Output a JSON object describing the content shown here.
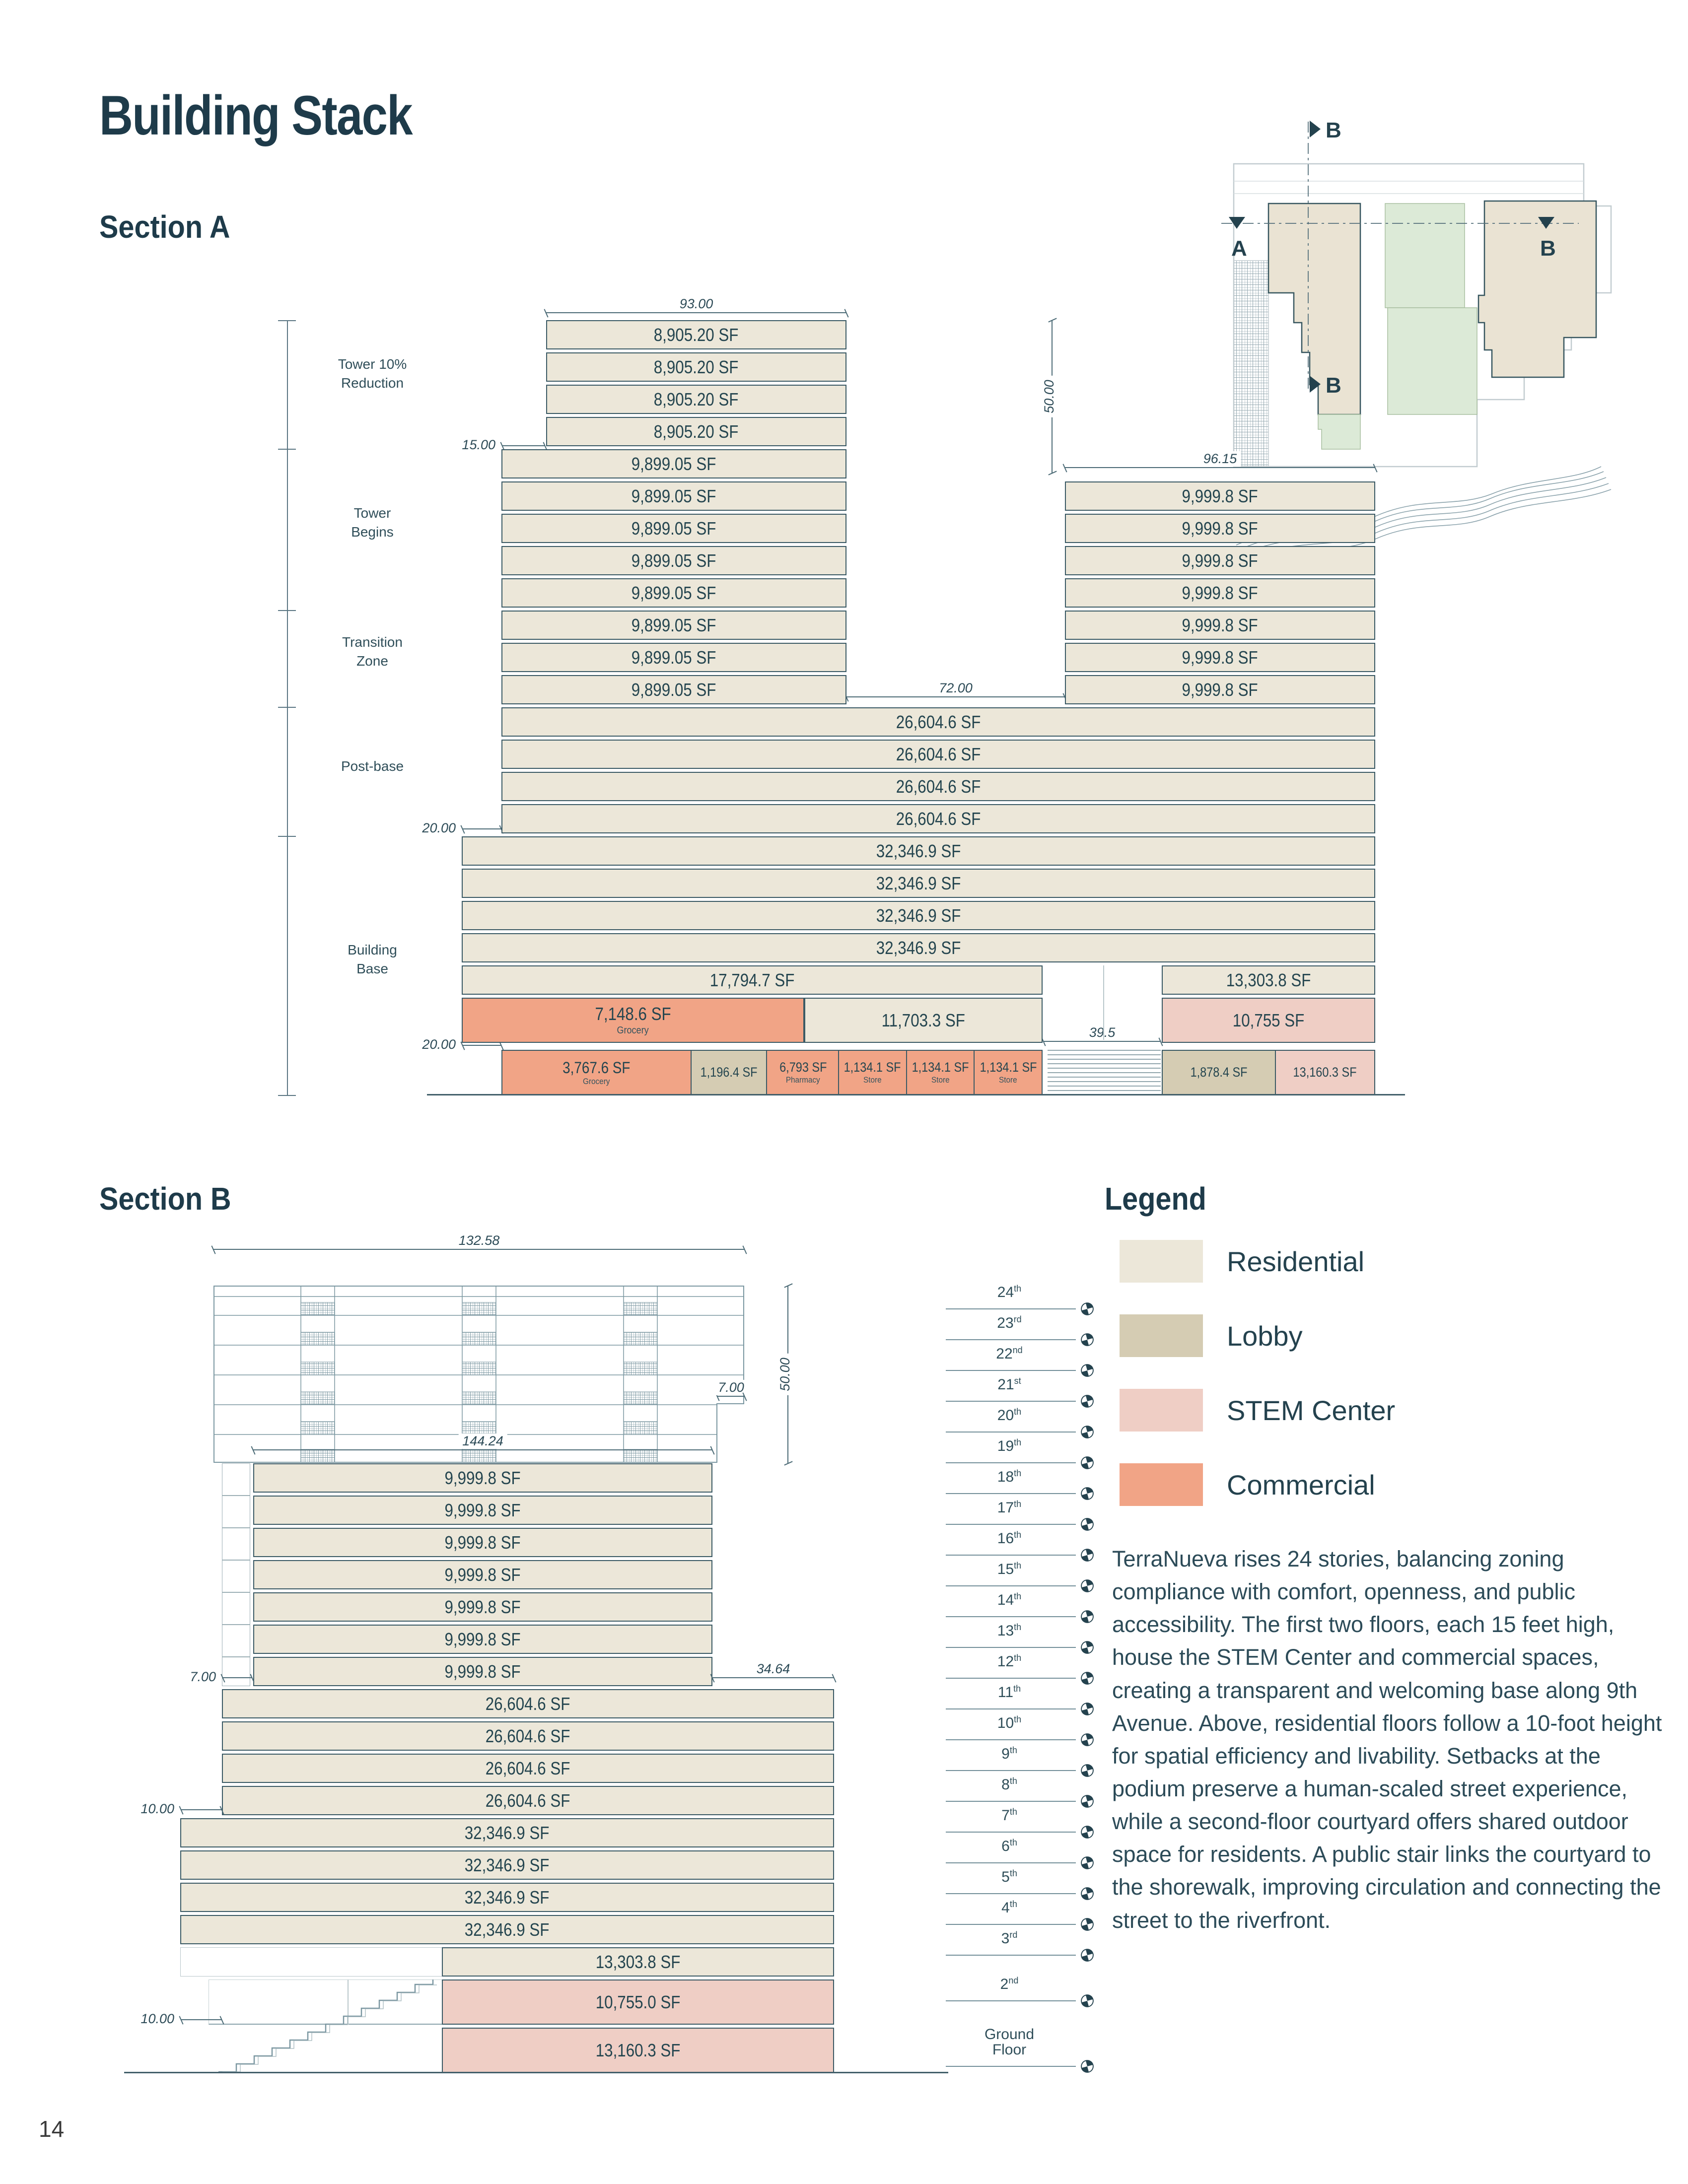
{
  "page": {
    "title": "Building Stack",
    "page_number": "14"
  },
  "section_a": {
    "heading": "Section A",
    "zones": [
      "Tower 10%\nReduction",
      "Tower\nBegins",
      "Transition\nZone",
      "Post-base",
      "Building\nBase"
    ],
    "dims": {
      "top_width": "93.00",
      "setback": "15.00",
      "tower_height": "50.00",
      "right_width": "96.15",
      "tower_gap": "72.00",
      "postbase_setback": "20.00",
      "ground_setback": "20.00",
      "base_gap": "39.5"
    },
    "floors": {
      "tower_left_top": [
        "8,905.20 SF",
        "8,905.20 SF",
        "8,905.20 SF",
        "8,905.20 SF"
      ],
      "tower_left": [
        "9,899.05 SF",
        "9,899.05 SF",
        "9,899.05 SF",
        "9,899.05 SF",
        "9,899.05 SF",
        "9,899.05 SF",
        "9,899.05 SF",
        "9,899.05 SF"
      ],
      "tower_right": [
        "9,999.8 SF",
        "9,999.8 SF",
        "9,999.8 SF",
        "9,999.8 SF",
        "9,999.8 SF",
        "9,999.8 SF",
        "9,999.8 SF"
      ],
      "postbase": [
        "26,604.6 SF",
        "26,604.6 SF",
        "26,604.6 SF",
        "26,604.6 SF"
      ],
      "base": [
        "32,346.9 SF",
        "32,346.9 SF",
        "32,346.9 SF",
        "32,346.9 SF"
      ]
    },
    "level3": {
      "left": "17,794.7 SF",
      "right": "13,303.8 SF"
    },
    "level2": {
      "grocery": "7,148.6 SF",
      "grocery_type": "Grocery",
      "center": "11,703.3 SF",
      "stem": "10,755 SF"
    },
    "ground": {
      "grocery": "3,767.6 SF",
      "grocery_type": "Grocery",
      "lobby": "1,196.4 SF",
      "pharmacy": "6,793 SF",
      "pharmacy_type": "Pharmacy",
      "stores": [
        {
          "sf": "1,134.1 SF",
          "type": "Store"
        },
        {
          "sf": "1,134.1 SF",
          "type": "Store"
        },
        {
          "sf": "1,134.1 SF",
          "type": "Store"
        }
      ],
      "lobby_right": "1,878.4 SF",
      "stem": "13,160.3 SF"
    }
  },
  "section_b": {
    "heading": "Section B",
    "dims": {
      "width": "132.58",
      "height": "50.00",
      "top_setback": "7.00",
      "tower_width": "144.24",
      "left_setback": "7.00",
      "right_extension": "34.64",
      "base_setback": "10.00",
      "ground_setback": "10.00"
    },
    "floors": {
      "tower": [
        "9,999.8 SF",
        "9,999.8 SF",
        "9,999.8 SF",
        "9,999.8 SF",
        "9,999.8 SF",
        "9,999.8 SF",
        "9,999.8 SF"
      ],
      "postbase": [
        "26,604.6 SF",
        "26,604.6 SF",
        "26,604.6 SF",
        "26,604.6 SF"
      ],
      "base": [
        "32,346.9 SF",
        "32,346.9 SF",
        "32,346.9 SF",
        "32,346.9 SF"
      ]
    },
    "level3": "13,303.8 SF",
    "level2": "10,755.0 SF",
    "ground": "13,160.3 SF"
  },
  "site_plan": {
    "section_a_label": "A",
    "section_b_label": "B"
  },
  "floor_levels": {
    "level_marker_icon": "level-datum-icon",
    "items": [
      {
        "label": "24",
        "suffix": "th"
      },
      {
        "label": "23",
        "suffix": "rd"
      },
      {
        "label": "22",
        "suffix": "nd"
      },
      {
        "label": "21",
        "suffix": "st"
      },
      {
        "label": "20",
        "suffix": "th"
      },
      {
        "label": "19",
        "suffix": "th"
      },
      {
        "label": "18",
        "suffix": "th"
      },
      {
        "label": "17",
        "suffix": "th"
      },
      {
        "label": "16",
        "suffix": "th"
      },
      {
        "label": "15",
        "suffix": "th"
      },
      {
        "label": "14",
        "suffix": "th"
      },
      {
        "label": "13",
        "suffix": "th"
      },
      {
        "label": "12",
        "suffix": "th"
      },
      {
        "label": "11",
        "suffix": "th"
      },
      {
        "label": "10",
        "suffix": "th"
      },
      {
        "label": "9",
        "suffix": "th"
      },
      {
        "label": "8",
        "suffix": "th"
      },
      {
        "label": "7",
        "suffix": "th"
      },
      {
        "label": "6",
        "suffix": "th"
      },
      {
        "label": "5",
        "suffix": "th"
      },
      {
        "label": "4",
        "suffix": "th"
      },
      {
        "label": "3",
        "suffix": "rd"
      },
      {
        "label": "2",
        "suffix": "nd"
      },
      {
        "label": "Ground\nFloor",
        "suffix": ""
      }
    ]
  },
  "legend": {
    "heading": "Legend",
    "items": [
      {
        "label": "Residential",
        "color": "#ece7d9"
      },
      {
        "label": "Lobby",
        "color": "#d5ccb3"
      },
      {
        "label": "STEM Center",
        "color": "#efcec5"
      },
      {
        "label": "Commercial",
        "color": "#f1a486"
      }
    ]
  },
  "description": "TerraNueva rises 24 stories, balancing zoning compliance with comfort, openness, and public accessibility. The first two floors, each 15 feet high, house the STEM Center and commercial spaces, creating a transparent and welcoming base along 9th Avenue. Above, residential floors follow a 10-foot height for spatial efficiency and livability. Setbacks at the podium preserve a human-scaled street experience, while a second-floor courtyard offers shared outdoor space for residents. A public stair links the courtyard to the shorewalk, improving circulation and connecting the street to the riverfront."
}
